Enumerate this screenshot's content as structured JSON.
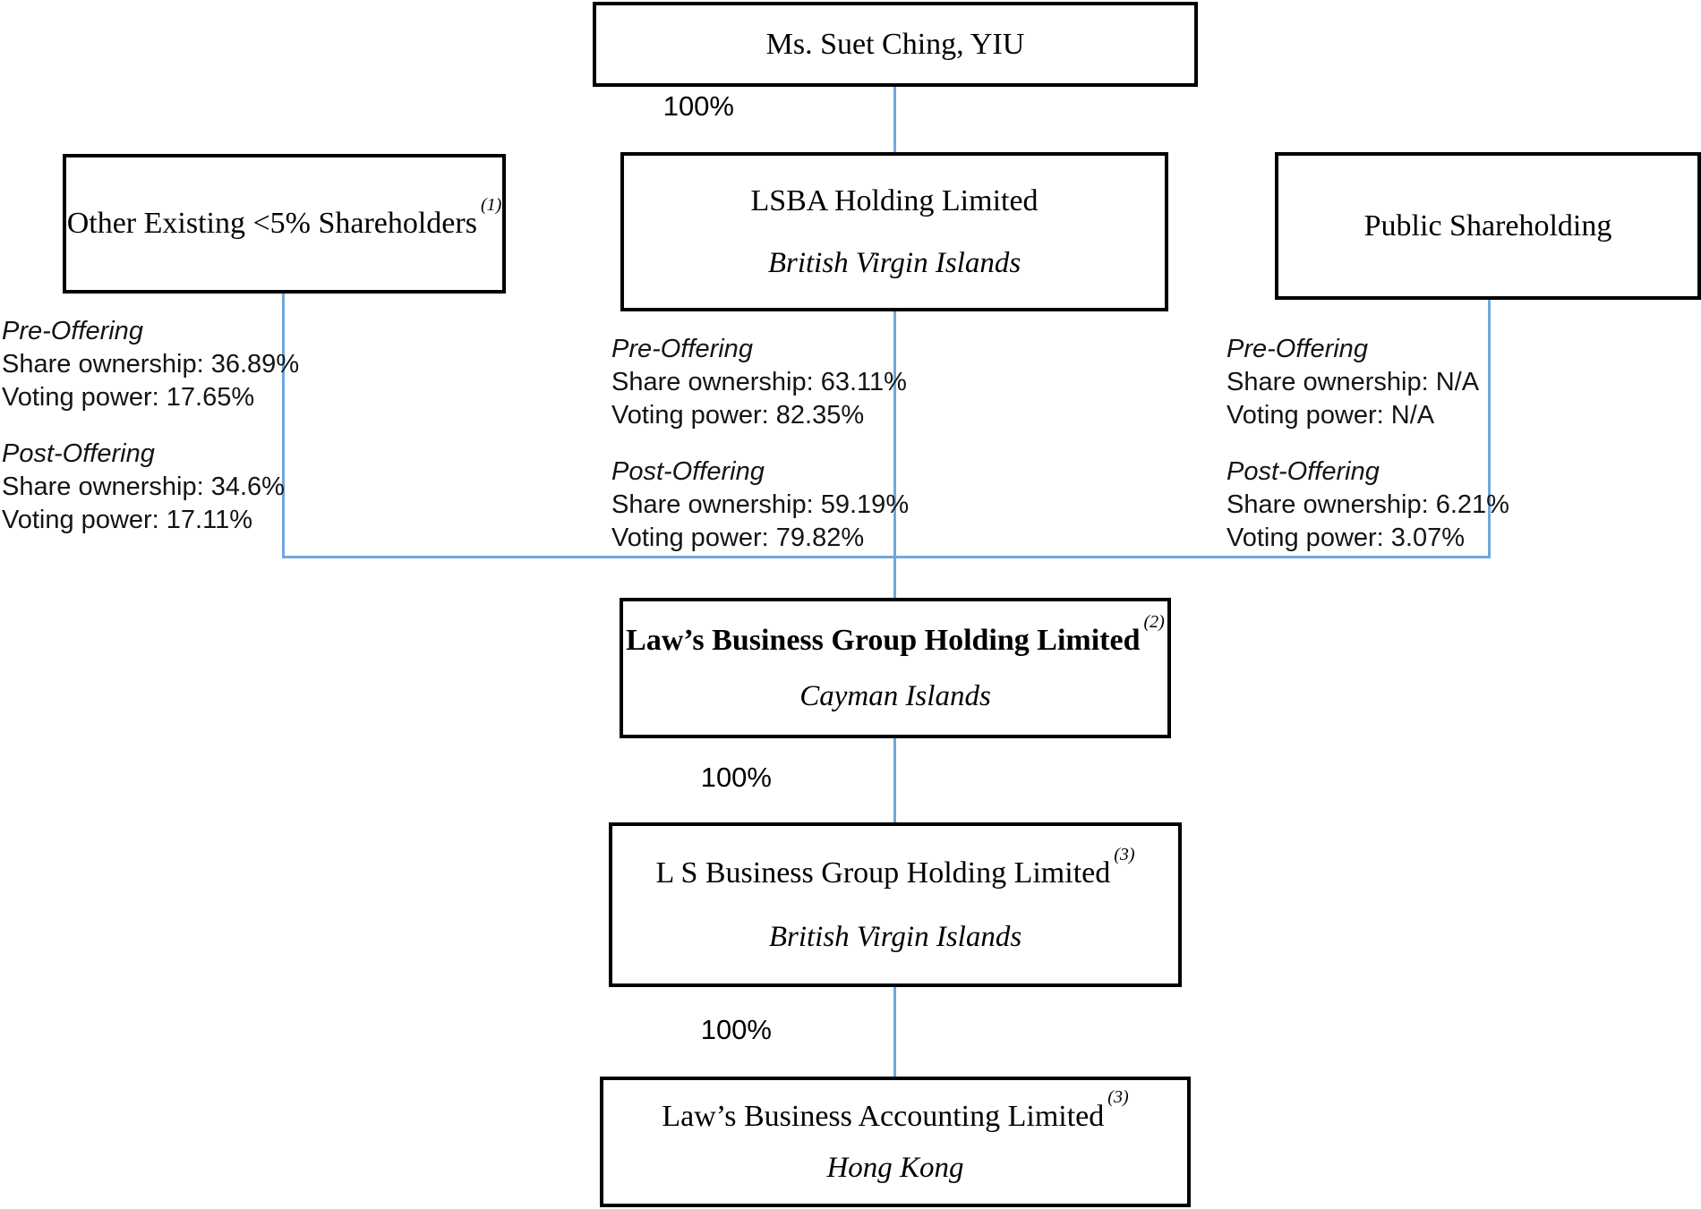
{
  "chart": {
    "line_color": "#6FA8DC",
    "nodes": {
      "owner": {
        "title": "Ms. Suet Ching, YIU"
      },
      "other": {
        "title": "Other Existing <5% Shareholders",
        "footnote": "(1)"
      },
      "lsba": {
        "title": "LSBA Holding Limited",
        "location": "British Virgin Islands"
      },
      "public": {
        "title": "Public Shareholding"
      },
      "group": {
        "title": "Law’s Business Group Holding Limited",
        "footnote": "(2)",
        "location": "Cayman Islands"
      },
      "ls": {
        "title": "L S Business Group Holding Limited",
        "footnote": "(3)",
        "location": "British Virgin Islands"
      },
      "accounting": {
        "title": "Law’s Business Accounting Limited",
        "footnote": "(3)",
        "location": "Hong Kong"
      }
    },
    "edge_labels": {
      "owner_to_lsba": "100%",
      "group_to_ls": "100%",
      "ls_to_accounting": "100%"
    },
    "stats": {
      "other": {
        "pre": {
          "heading": "Pre-Offering",
          "share": "Share ownership: 36.89%",
          "voting": "Voting power: 17.65%"
        },
        "post": {
          "heading": "Post-Offering",
          "share": "Share ownership: 34.6%",
          "voting": "Voting power: 17.11%"
        }
      },
      "lsba": {
        "pre": {
          "heading": "Pre-Offering",
          "share": "Share ownership: 63.11%",
          "voting": "Voting power: 82.35%"
        },
        "post": {
          "heading": "Post-Offering",
          "share": "Share ownership: 59.19%",
          "voting": "Voting power: 79.82%"
        }
      },
      "public": {
        "pre": {
          "heading": "Pre-Offering",
          "share": "Share ownership: N/A",
          "voting": "Voting power: N/A"
        },
        "post": {
          "heading": "Post-Offering",
          "share": "Share ownership: 6.21%",
          "voting": "Voting power: 3.07%"
        }
      }
    }
  }
}
